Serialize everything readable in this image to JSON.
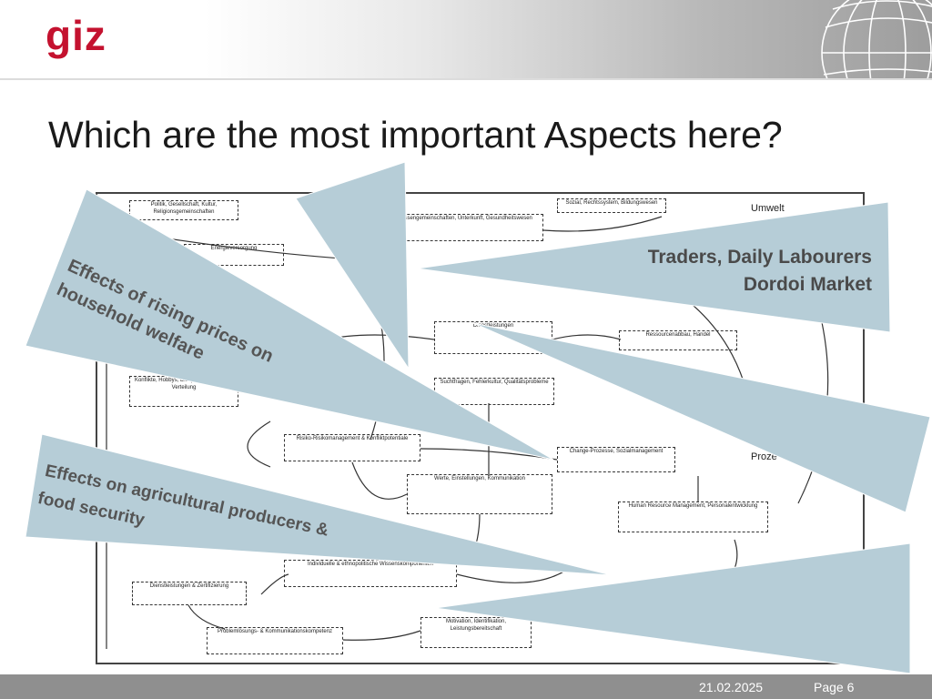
{
  "header": {
    "logo": "giz"
  },
  "slide": {
    "title": "Which are the most important Aspects here?"
  },
  "diagram": {
    "labels": {
      "right_top": "Umwelt",
      "right_mid": "Proze"
    },
    "nodes": [
      "Politik, Gesellschaft, Kultur, Religionsgemeinschaften",
      "Sozial, Rechtssystem, Bildungswesen",
      "Energieversorgung",
      "Interessengemeinschaften, Unterkunft, Gesundheitswesen",
      "Konflikte, Hobbys, Diasporen, Sabotage, Verteilung",
      "Dienstleistungen",
      "Ressourcenabbau, Handel",
      "Suchtfragen, Fehlerkultur, Qualitätsprobleme",
      "Risiko-Risikomanagement & Konfliktpotentiale",
      "Change-Prozesse, Sozialmanagement",
      "Werte, Einstellungen, Kommunikation",
      "Human Resource Management, Personalentwicklung",
      "Individuelle & ethnopolitische Wissenskomponenten",
      "Dienstleistungen & Zertifizierung",
      "Problemlösungs- & Kommunikationskompetenz",
      "Motivation, Identifikation, Leistungsbereitschaft"
    ]
  },
  "callouts": {
    "household": {
      "line1": "Effects of rising prices on",
      "line2": "household welfare"
    },
    "agri": {
      "line1": "Effects on agricultural producers &",
      "line2": "food security"
    },
    "traders": {
      "line1": "Traders, Daily Labourers",
      "line2": "Dordoi Market"
    }
  },
  "colors": {
    "wedge": "#b6cdd7",
    "logo": "#c4122f",
    "footer": "#8f8f8f"
  },
  "footer": {
    "date": "21.02.2025",
    "page": "Page 6"
  }
}
